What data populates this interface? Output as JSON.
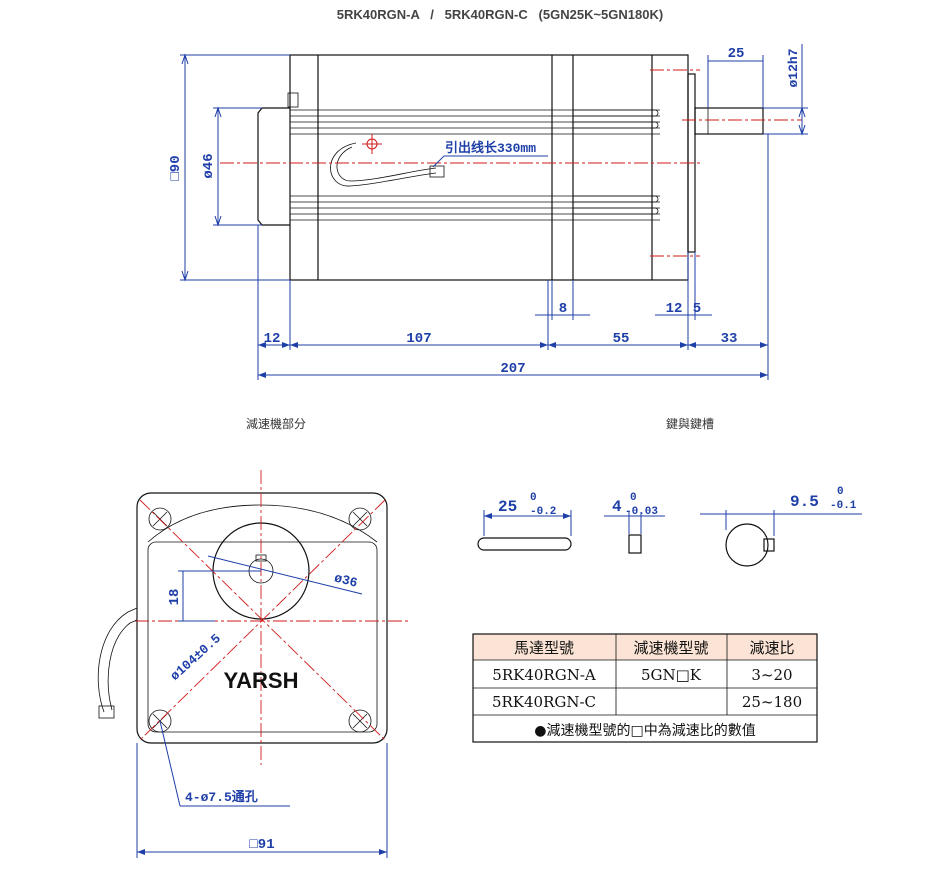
{
  "title": "5RK40RGN-A   /   5RK40RGN-C   (5GN25K~5GN180K)",
  "side_view": {
    "dims": {
      "square": "□90",
      "phi46": "ø46",
      "length25": "25",
      "phi12h7": "ø12h7",
      "lead": "引出线长330mm",
      "d8": "8",
      "d12a": "12",
      "d5": "5",
      "d12b": "12",
      "d107": "107",
      "d55": "55",
      "d33": "33",
      "d207": "207"
    }
  },
  "labels": {
    "gear_section": "減速機部分",
    "key_section": "鍵與鍵槽"
  },
  "front_view": {
    "logo": "YARSH",
    "d18": "18",
    "phi36": "ø36",
    "phi104": "ø104±0.5",
    "holes": "4-ø7.5通孔",
    "square91": "□91"
  },
  "key": {
    "len": "25",
    "len_tol_top": "0",
    "len_tol_bot": "-0.2",
    "w": "4",
    "w_tol_top": "0",
    "w_tol_bot": "-0.03",
    "depth": "9.5",
    "depth_tol_top": "0",
    "depth_tol_bot": "-0.1"
  },
  "table": {
    "headers": [
      "馬達型號",
      "減速機型號",
      "減速比"
    ],
    "rows": [
      [
        "5RK40RGN-A",
        "5GN□K",
        "3~20"
      ],
      [
        "5RK40RGN-C",
        "",
        "25~180"
      ]
    ],
    "note": "●減速機型號的□中為減速比的數值"
  }
}
